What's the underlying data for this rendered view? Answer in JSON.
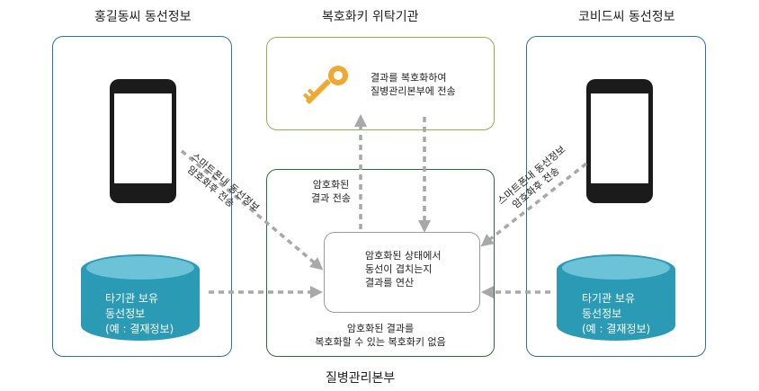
{
  "titles": {
    "left_person": "홍길동씨 동선정보",
    "decryption_agency": "복호화키 위탁기관",
    "right_person": "코비드씨 동선정보",
    "kdca": "질병관리본부"
  },
  "decryption_box": {
    "line1": "결과를 복호화하여",
    "line2": "질병관리본부에 전송"
  },
  "compute_box": {
    "line1": "암호화된 상태에서",
    "line2": "동선이 겹치는지",
    "line3": "결과를 연산"
  },
  "encrypted_result": {
    "line1": "암호화된",
    "line2": "결과 전송"
  },
  "no_key_note": {
    "line1": "암호화된 결과를",
    "line2": "복호화할 수 있는 복호화키 없음"
  },
  "left_arrow_label": {
    "line1": "스마트폰내 동선정보",
    "line2": "암호화후 전송"
  },
  "right_arrow_label": {
    "line1": "스마트폰내 동선정보",
    "line2": "암호화후 전송"
  },
  "left_db": {
    "line1": "타기관 보유",
    "line2": "동선정보",
    "line3": "(예 : 결재정보)"
  },
  "right_db": {
    "line1": "타기관 보유",
    "line2": "동선정보",
    "line3": "(예 : 결재정보)"
  },
  "colors": {
    "person_box_border": "#2f6ea6",
    "kdca_box_border": "#2f6b3c",
    "agency_box_border": "#8fb24b",
    "database_fill": "#2a9ab5",
    "database_top": "#6cc3d8",
    "key_fill": "#f0a830",
    "arrow_color": "#a8a8a8"
  },
  "icons": {
    "key": "key-icon",
    "phone": "smartphone-icon",
    "database": "database-icon"
  }
}
